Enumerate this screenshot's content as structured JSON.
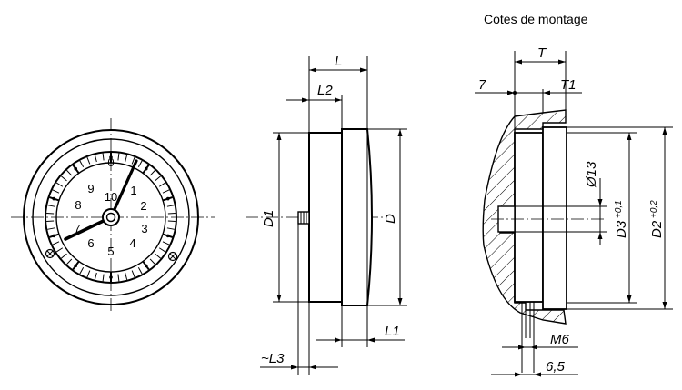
{
  "title": "Cotes de montage",
  "labels": {
    "L": "L",
    "L2": "L2",
    "D1": "D1",
    "D": "D",
    "L1": "L1",
    "L3": "~L3",
    "T": "T",
    "n7": "7",
    "T1": "T1",
    "d13": "Ø13",
    "D3": "D3",
    "D3_tol": "+0,1",
    "D2": "D2",
    "D2_tol": "+0,2",
    "M6": "M6",
    "n65": "6,5"
  },
  "dial": [
    "0",
    "1",
    "2",
    "3",
    "4",
    "5",
    "6",
    "7",
    "8",
    "9",
    "10"
  ]
}
